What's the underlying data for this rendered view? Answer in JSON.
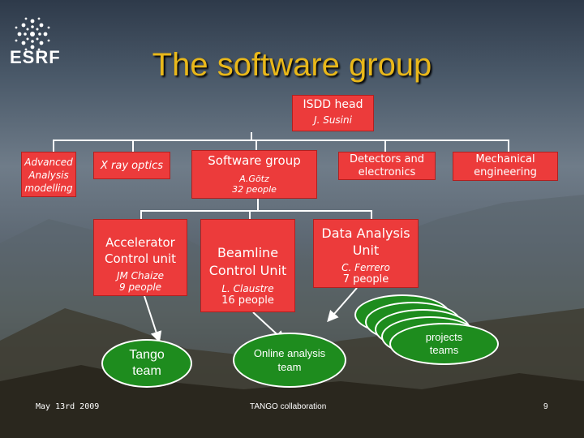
{
  "logo": {
    "text": "ESRF"
  },
  "slide": {
    "title": "The software group",
    "footer_date": "May 13rd  2009",
    "footer_center": "TANGO collaboration",
    "page_number": "9"
  },
  "org": {
    "head": {
      "title": "ISDD head",
      "name": "J. Susini"
    },
    "advanced": {
      "label": "Advanced Analysis modelling"
    },
    "xray": {
      "label": "X ray optics"
    },
    "software": {
      "title": "Software group",
      "lead": "A.Götz",
      "size": "32 people"
    },
    "detectors": {
      "label": "Detectors and electronics"
    },
    "mechanical": {
      "label": "Mechanical engineering"
    },
    "accelerator": {
      "title": "Accelerator Control unit",
      "lead": "JM Chaize",
      "size": "9 people"
    },
    "beamline": {
      "title": "Beamline Control Unit",
      "lead": "L. Claustre",
      "size": "16 people"
    },
    "data_analysis": {
      "title": "Data Analysis Unit",
      "lead": "C. Ferrero",
      "size": "7 people"
    }
  },
  "teams": {
    "tango": "Tango team",
    "online": "Online analysis team",
    "projects": "projects teams"
  },
  "colors": {
    "box_red": "#ec3b3b",
    "oval_green": "#1e8c1e",
    "title_gold": "#e9b81a"
  }
}
